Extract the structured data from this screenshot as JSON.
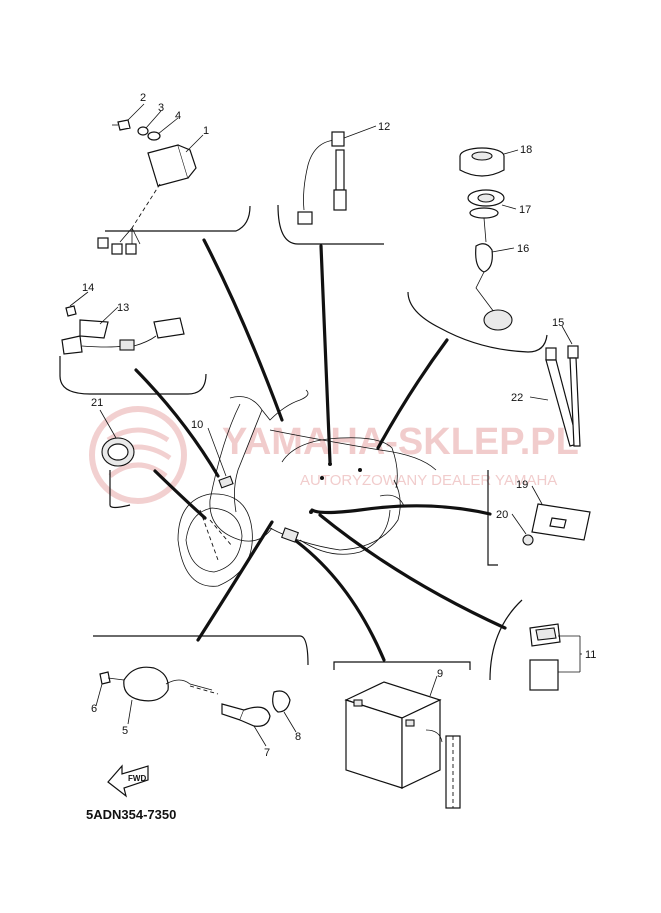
{
  "diagram": {
    "drawing_code": "5ADN354-7350",
    "fwd_label": "FWD",
    "callouts": {
      "n1": "1",
      "n2": "2",
      "n3": "3",
      "n4": "4",
      "n5": "5",
      "n6": "6",
      "n7": "7",
      "n8": "8",
      "n9": "9",
      "n10": "10",
      "n11": "11",
      "n12": "12",
      "n13": "13",
      "n14": "14",
      "n15": "15",
      "n16": "16",
      "n17": "17",
      "n18": "18",
      "n19": "19",
      "n20": "20",
      "n21": "21",
      "n22": "22"
    }
  },
  "watermark": {
    "title": "YAMAHA-SKLEP.PL",
    "subtitle": "AUTORYZOWANY DEALER YAMAHA"
  },
  "colors": {
    "line": "#111111",
    "watermark": "#e6a3a3"
  }
}
